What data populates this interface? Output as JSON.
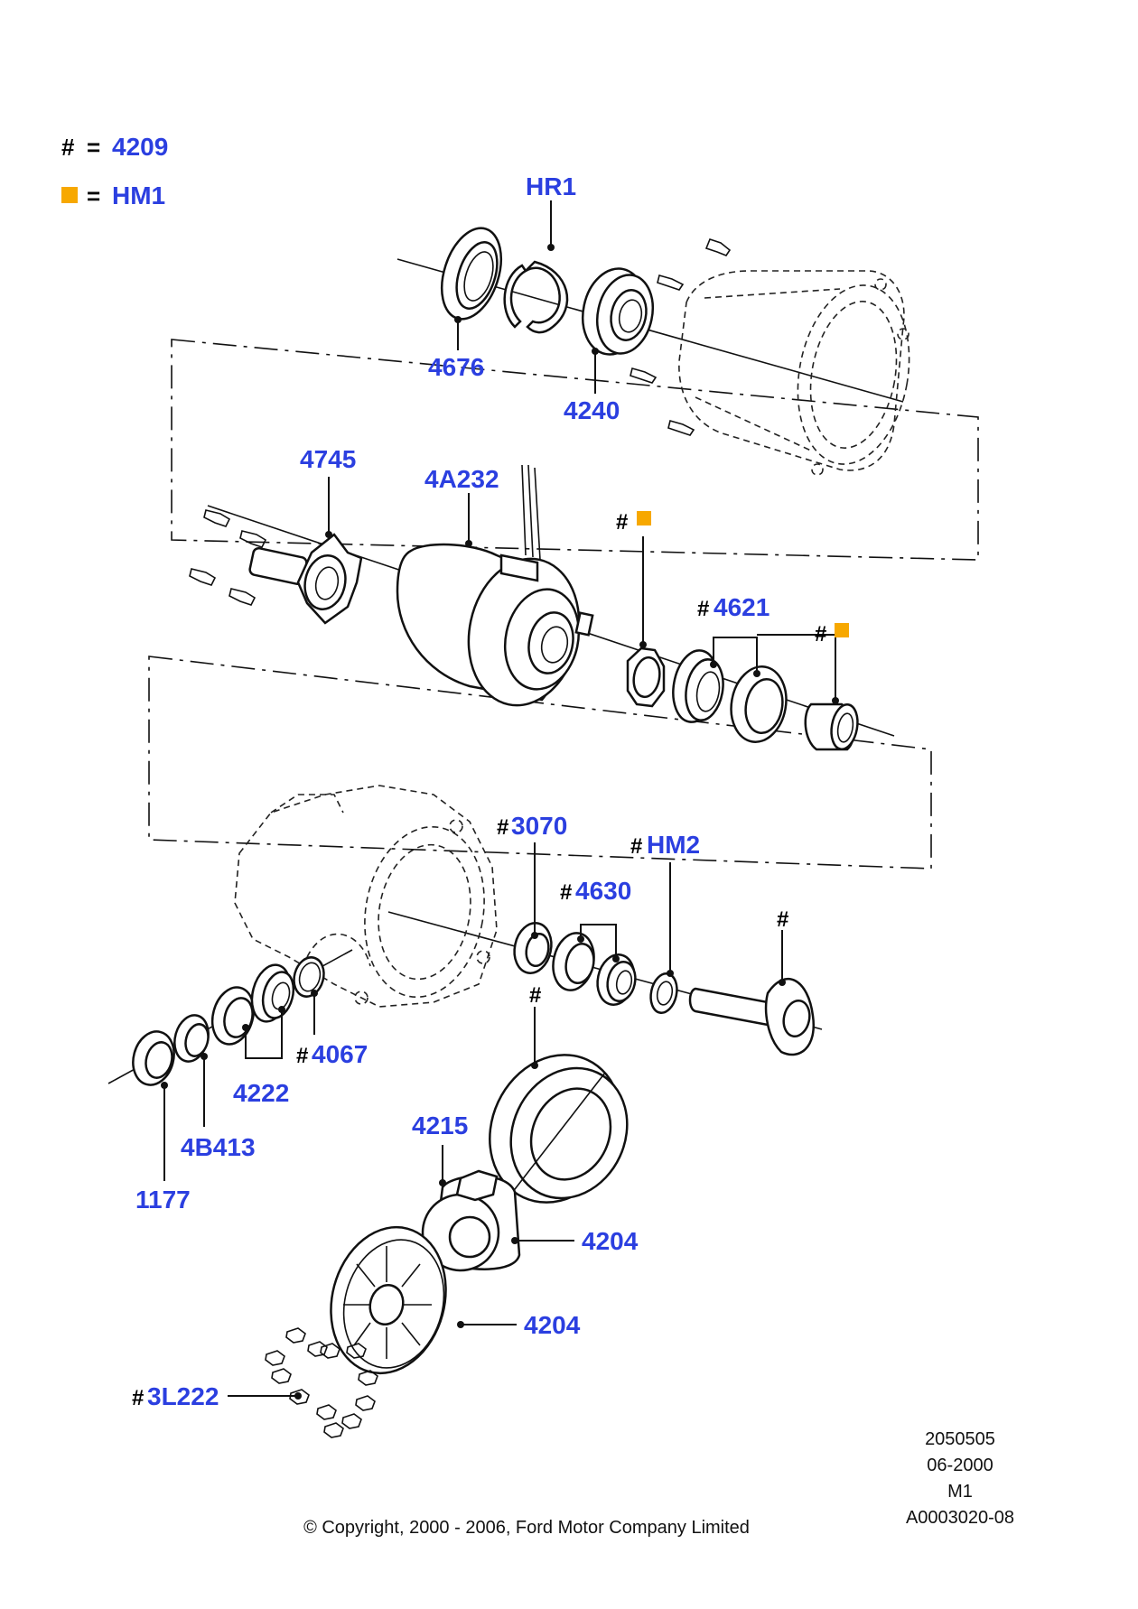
{
  "legend": {
    "hash_symbol": "#",
    "equals": "=",
    "hash_value": "4209",
    "square_value": "HM1",
    "square_color": "#f7a800"
  },
  "labels": {
    "hr1": "HR1",
    "p4676": "4676",
    "p4240": "4240",
    "p4745": "4745",
    "p4a232": "4A232",
    "p4621": "4621",
    "p3070": "3070",
    "hm2": "HM2",
    "p4630": "4630",
    "p4067": "4067",
    "p4222": "4222",
    "p4b413": "4B413",
    "p1177": "1177",
    "p4215": "4215",
    "p4204a": "4204",
    "p4204b": "4204",
    "p3l222": "3L222"
  },
  "hash_marker": "#",
  "reference": {
    "line1": "2050505",
    "line2": "06-2000",
    "line3": "M1",
    "line4": "A0003020-08"
  },
  "copyright": "© Copyright, 2000 - 2006, Ford Motor Company Limited",
  "colors": {
    "label_blue": "#2b3fe0",
    "line": "#111111",
    "accent_orange": "#f7a800"
  }
}
